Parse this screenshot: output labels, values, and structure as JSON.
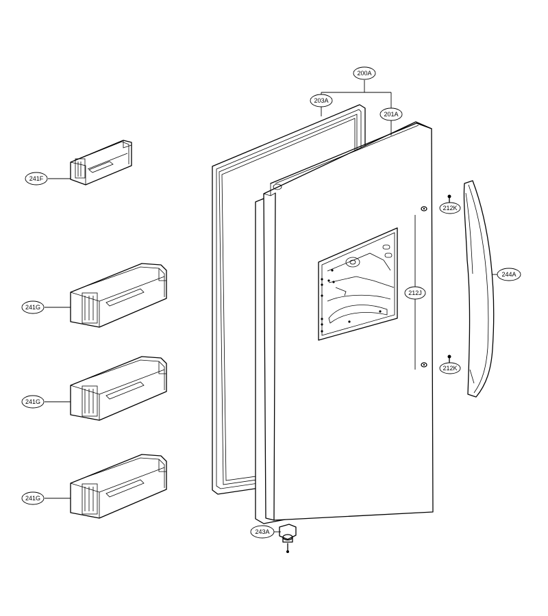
{
  "callouts": {
    "c200a": "200A",
    "c203a": "203A",
    "c201a": "201A",
    "c241f": "241F",
    "c241g_1": "241G",
    "c241g_2": "241G",
    "c241g_3": "241G",
    "c212k_top": "212K",
    "c212k_bottom": "212K",
    "c212j": "212J",
    "c244a": "244A",
    "c243a": "243A"
  }
}
